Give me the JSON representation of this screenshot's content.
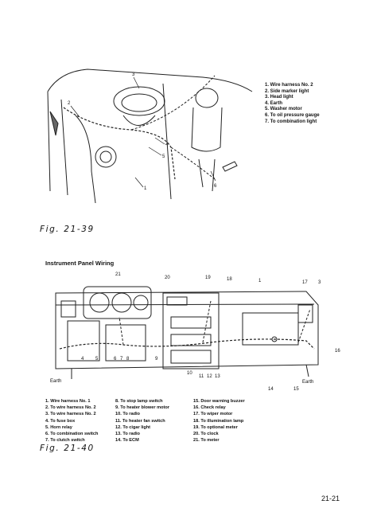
{
  "figure1": {
    "caption": "Fig. 21-39",
    "callouts": [
      "3",
      "2",
      "4",
      "5",
      "1",
      "6"
    ],
    "legend": [
      "1.  Wire harness No. 2",
      "2.  Side marker light",
      "3.  Head light",
      "4.  Earth",
      "5.  Washer motor",
      "6. To oil pressure gauge",
      "7. To combination light"
    ]
  },
  "section_title": "Instrument Panel Wiring",
  "figure2": {
    "caption": "Fig. 21-40",
    "callouts_top": [
      "21",
      "20",
      "19",
      "18",
      "1",
      "17",
      "3"
    ],
    "callouts_bottom": [
      "4",
      "5",
      "6",
      "7",
      "8",
      "9",
      "10",
      "11",
      "12",
      "13",
      "14",
      "15"
    ],
    "callout_right": "16",
    "earth_left": "Earth",
    "earth_right": "Earth",
    "legend_col1": [
      "1.  Wire harness No. 1",
      "2.  To wire harness No. 2",
      "3.  To wire harness No. 2",
      "4. To fuse box",
      "5.  Horn relay",
      "6.  To combination switch",
      "7.  To clutch switch"
    ],
    "legend_col2": [
      "8.  To stop lamp switch",
      "9.  To heater blower motor",
      "10.  To radio",
      "11. To heater fan switch",
      "12.  To cigar light",
      "13.  To radio",
      "14.  To ECM"
    ],
    "legend_col3": [
      "15.  Door warning buzzer",
      "16.  Check relay",
      "17.  To wiper motor",
      "18.  To illumination lamp",
      "19.  To optional meter",
      "20.  To clock",
      "21.  To meter"
    ]
  },
  "page_number": "21-21"
}
